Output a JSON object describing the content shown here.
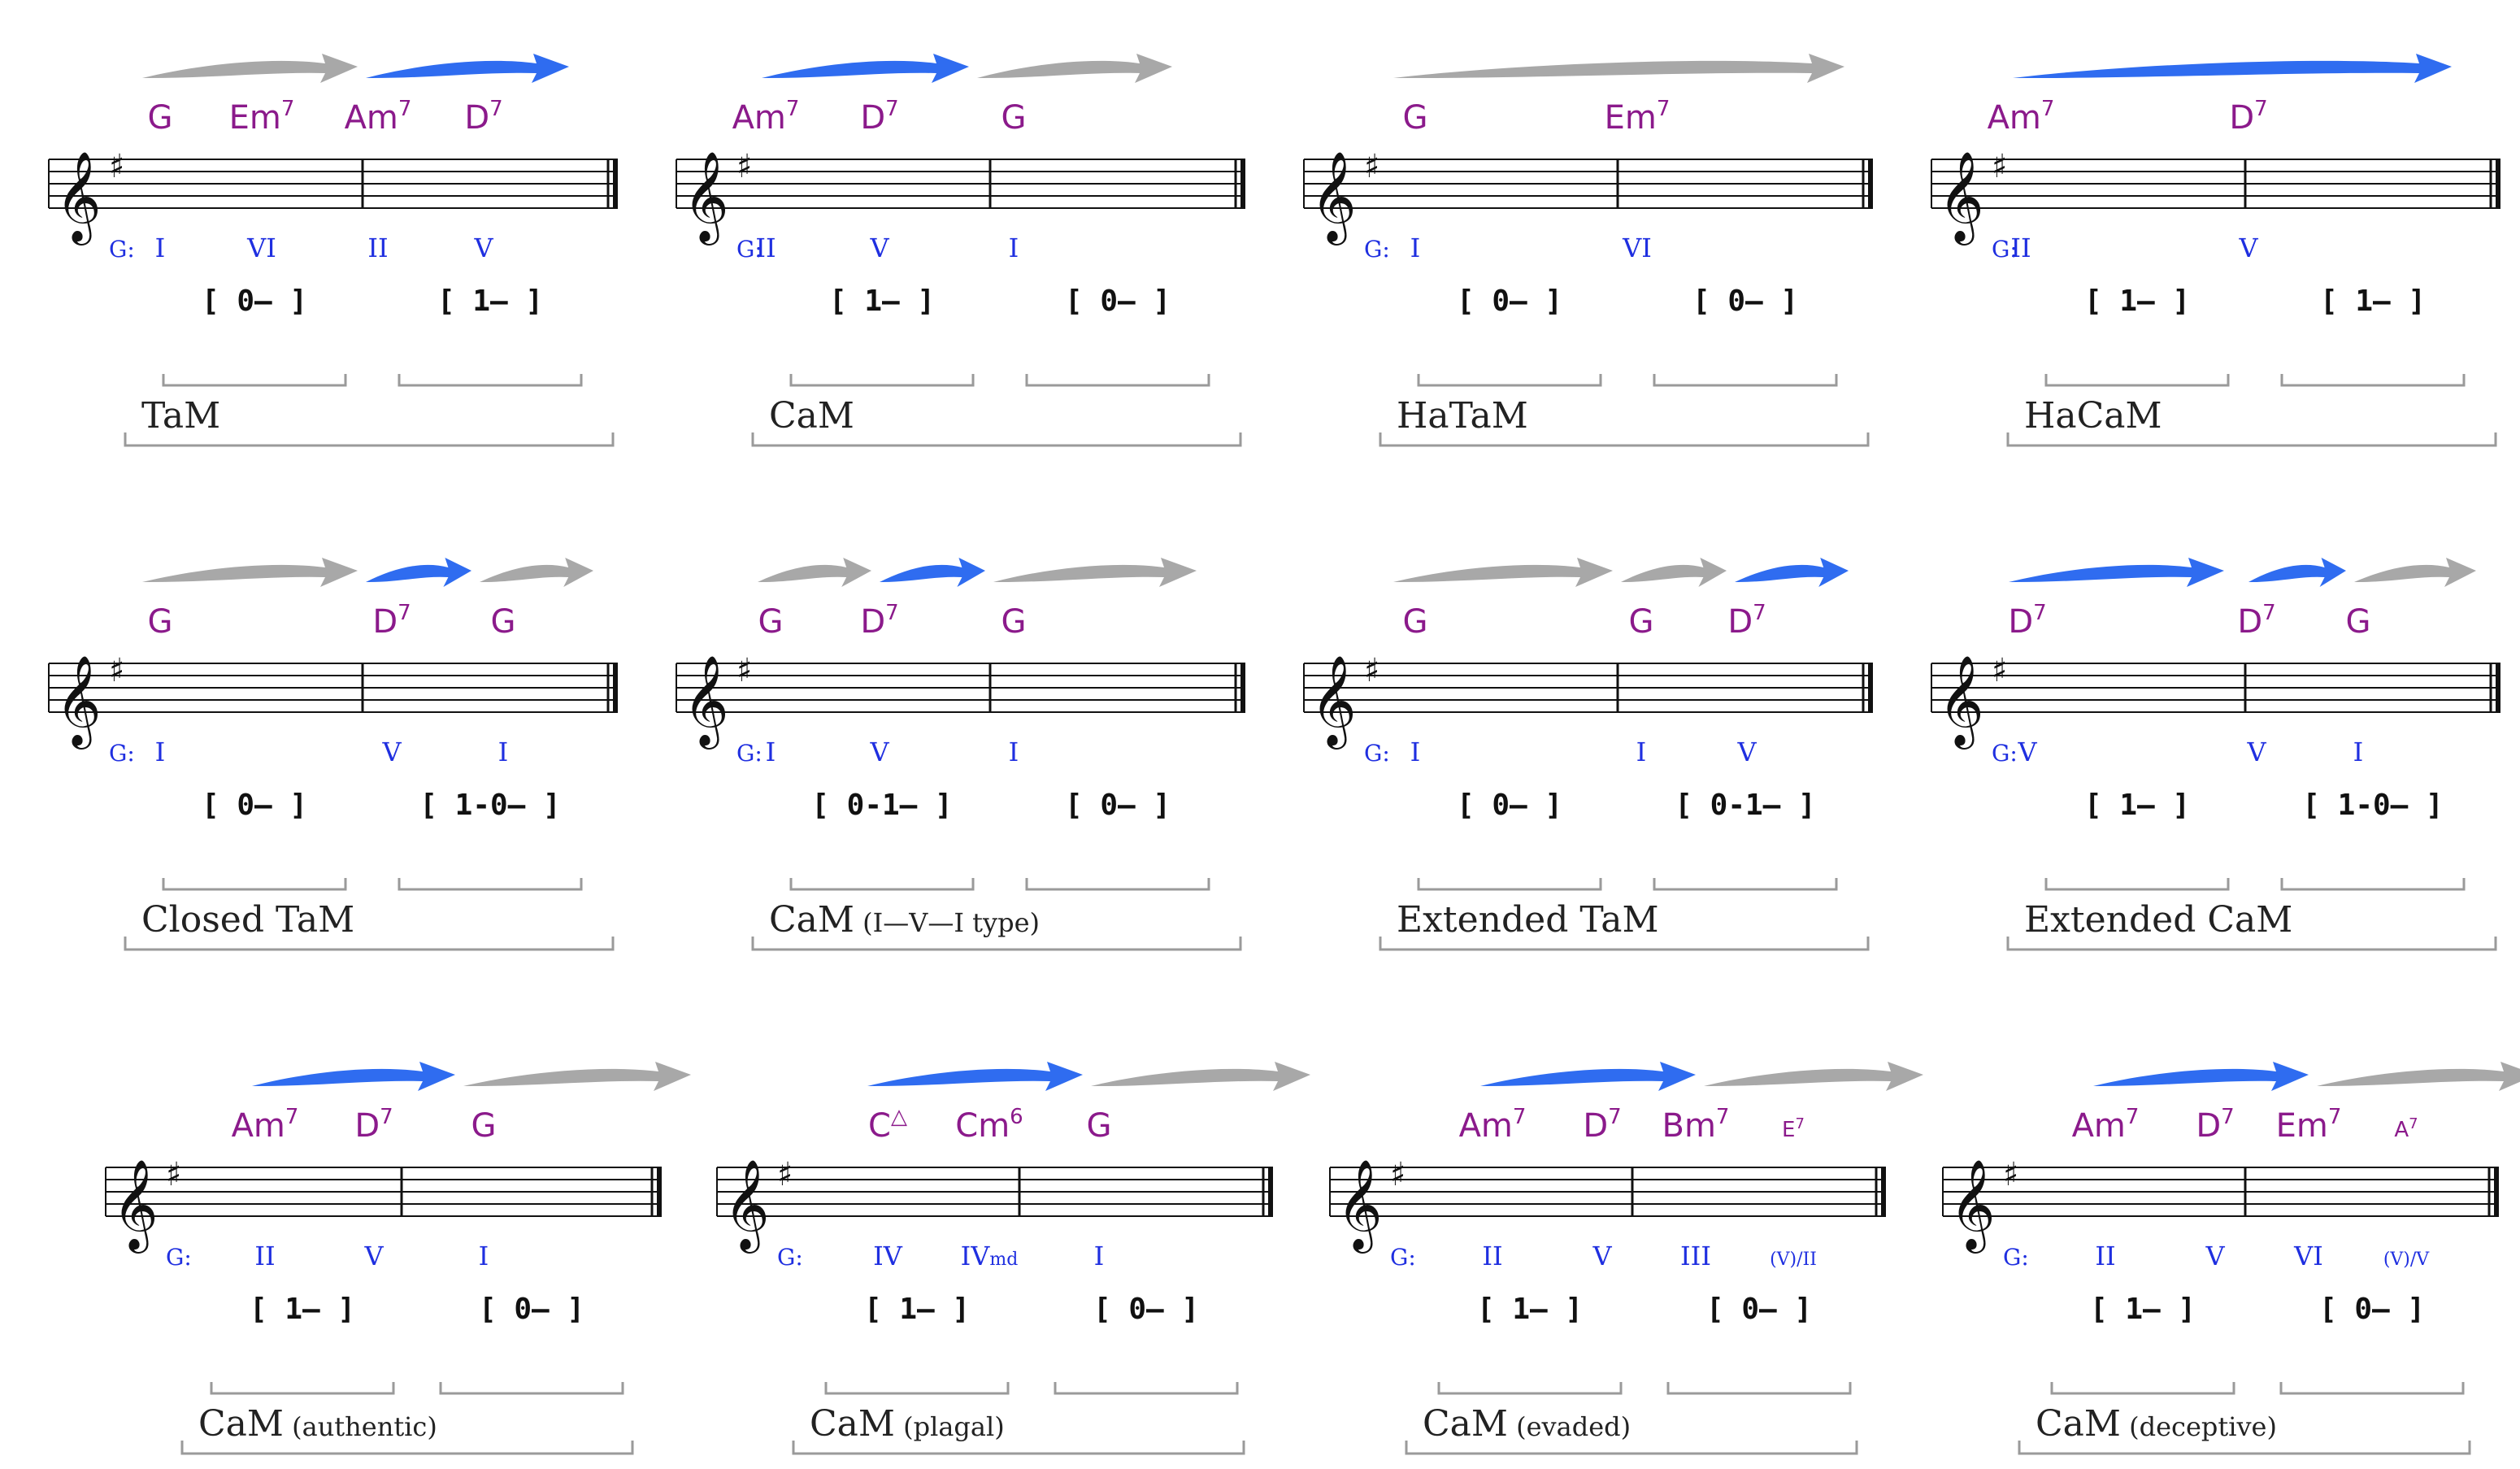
{
  "colors": {
    "staff": "#111111",
    "chord": "#8b1a8b",
    "roman": "#1f2fe0",
    "bracket_text": "#111111",
    "bracket_line": "#9a9a9a",
    "name": "#222222",
    "arrow_tonic": "#a8a8a8",
    "arrow_cadence": "#2f6cf0"
  },
  "icons": {
    "clef": "treble-clef-icon",
    "key_signature": "sharp-icon",
    "arrow": "swoosh-arrow-icon"
  },
  "clef_glyph": "𝄞",
  "sharp_glyph": "♯",
  "key_label": "G:",
  "cells": [
    {
      "id": "tam",
      "name": "TaM",
      "qualifier": "",
      "chords": [
        {
          "root": "G",
          "sup": ""
        },
        {
          "root": "Em",
          "sup": "7"
        },
        {
          "root": "Am",
          "sup": "7"
        },
        {
          "root": "D",
          "sup": "7"
        }
      ],
      "romans": [
        {
          "text": "I",
          "sub": ""
        },
        {
          "text": "VI",
          "sub": ""
        },
        {
          "text": "II",
          "sub": ""
        },
        {
          "text": "V",
          "sub": ""
        }
      ],
      "brackets": [
        "[ 0– ]",
        "[ 1– ]"
      ],
      "arrows": [
        "tonic",
        "cadence"
      ]
    },
    {
      "id": "cam",
      "name": "CaM",
      "qualifier": "",
      "chords": [
        {
          "root": "Am",
          "sup": "7"
        },
        {
          "root": "D",
          "sup": "7"
        },
        {
          "root": "G",
          "sup": ""
        }
      ],
      "romans": [
        {
          "text": "II",
          "sub": ""
        },
        {
          "text": "V",
          "sub": ""
        },
        {
          "text": "I",
          "sub": ""
        }
      ],
      "brackets": [
        "[ 1– ]",
        "[ 0– ]"
      ],
      "arrows": [
        "cadence",
        "tonic"
      ]
    },
    {
      "id": "hatam",
      "name": "HaTaM",
      "qualifier": "",
      "chords": [
        {
          "root": "G",
          "sup": ""
        },
        {
          "root": "Em",
          "sup": "7"
        }
      ],
      "romans": [
        {
          "text": "I",
          "sub": ""
        },
        {
          "text": "VI",
          "sub": ""
        }
      ],
      "brackets": [
        "[ 0– ]",
        "[ 0– ]"
      ],
      "arrows": [
        "tonic"
      ]
    },
    {
      "id": "hacam",
      "name": "HaCaM",
      "qualifier": "",
      "chords": [
        {
          "root": "Am",
          "sup": "7"
        },
        {
          "root": "D",
          "sup": "7"
        }
      ],
      "romans": [
        {
          "text": "II",
          "sub": ""
        },
        {
          "text": "V",
          "sub": ""
        }
      ],
      "brackets": [
        "[ 1– ]",
        "[ 1– ]"
      ],
      "arrows": [
        "cadence"
      ]
    },
    {
      "id": "closed-tam",
      "name": "Closed TaM",
      "qualifier": "",
      "chords": [
        {
          "root": "G",
          "sup": ""
        },
        {
          "root": "D",
          "sup": "7"
        },
        {
          "root": "G",
          "sup": ""
        }
      ],
      "romans": [
        {
          "text": "I",
          "sub": ""
        },
        {
          "text": "V",
          "sub": ""
        },
        {
          "text": "I",
          "sub": ""
        }
      ],
      "brackets": [
        "[ 0– ]",
        "[ 1-0– ]"
      ],
      "arrows": [
        "tonic",
        "cadence",
        "tonic"
      ]
    },
    {
      "id": "cam-ivi",
      "name": "CaM",
      "qualifier": "(I—V—I type)",
      "chords": [
        {
          "root": "G",
          "sup": ""
        },
        {
          "root": "D",
          "sup": "7"
        },
        {
          "root": "G",
          "sup": ""
        }
      ],
      "romans": [
        {
          "text": "I",
          "sub": ""
        },
        {
          "text": "V",
          "sub": ""
        },
        {
          "text": "I",
          "sub": ""
        }
      ],
      "brackets": [
        "[ 0-1– ]",
        "[ 0– ]"
      ],
      "arrows": [
        "tonic",
        "cadence",
        "tonic"
      ]
    },
    {
      "id": "extended-tam",
      "name": "Extended TaM",
      "qualifier": "",
      "chords": [
        {
          "root": "G",
          "sup": ""
        },
        {
          "root": "G",
          "sup": ""
        },
        {
          "root": "D",
          "sup": "7"
        }
      ],
      "romans": [
        {
          "text": "I",
          "sub": ""
        },
        {
          "text": "I",
          "sub": ""
        },
        {
          "text": "V",
          "sub": ""
        }
      ],
      "brackets": [
        "[ 0– ]",
        "[ 0-1– ]"
      ],
      "arrows": [
        "tonic",
        "tonic",
        "cadence"
      ]
    },
    {
      "id": "extended-cam",
      "name": "Extended CaM",
      "qualifier": "",
      "chords": [
        {
          "root": "D",
          "sup": "7"
        },
        {
          "root": "D",
          "sup": "7"
        },
        {
          "root": "G",
          "sup": ""
        }
      ],
      "romans": [
        {
          "text": "V",
          "sub": ""
        },
        {
          "text": "V",
          "sub": ""
        },
        {
          "text": "I",
          "sub": ""
        }
      ],
      "brackets": [
        "[ 1– ]",
        "[ 1-0– ]"
      ],
      "arrows": [
        "cadence",
        "cadence",
        "tonic"
      ]
    },
    {
      "id": "cam-authentic",
      "name": "CaM",
      "qualifier": "(authentic)",
      "chords": [
        {
          "root": "Am",
          "sup": "7"
        },
        {
          "root": "D",
          "sup": "7"
        },
        {
          "root": "G",
          "sup": ""
        }
      ],
      "romans": [
        {
          "text": "II",
          "sub": ""
        },
        {
          "text": "V",
          "sub": ""
        },
        {
          "text": "I",
          "sub": ""
        }
      ],
      "brackets": [
        "[ 1– ]",
        "[ 0– ]"
      ],
      "arrows": [
        "cadence",
        "tonic"
      ]
    },
    {
      "id": "cam-plagal",
      "name": "CaM",
      "qualifier": "(plagal)",
      "chords": [
        {
          "root": "C",
          "sup": "△"
        },
        {
          "root": "Cm",
          "sup": "6"
        },
        {
          "root": "G",
          "sup": ""
        }
      ],
      "romans": [
        {
          "text": "IV",
          "sub": ""
        },
        {
          "text": "IV",
          "sub": "md"
        },
        {
          "text": "I",
          "sub": ""
        }
      ],
      "brackets": [
        "[ 1– ]",
        "[ 0– ]"
      ],
      "arrows": [
        "cadence",
        "tonic"
      ]
    },
    {
      "id": "cam-evaded",
      "name": "CaM",
      "qualifier": "(evaded)",
      "chords": [
        {
          "root": "Am",
          "sup": "7"
        },
        {
          "root": "D",
          "sup": "7"
        },
        {
          "root": "Bm",
          "sup": "7"
        },
        {
          "root": "E",
          "sup": "7",
          "small": true
        }
      ],
      "romans": [
        {
          "text": "II",
          "sub": ""
        },
        {
          "text": "V",
          "sub": ""
        },
        {
          "text": "III",
          "sub": ""
        },
        {
          "text": "(V)/II",
          "sub": "",
          "small": true
        }
      ],
      "brackets": [
        "[ 1– ]",
        "[ 0– ]"
      ],
      "arrows": [
        "cadence",
        "tonic"
      ]
    },
    {
      "id": "cam-deceptive",
      "name": "CaM",
      "qualifier": "(deceptive)",
      "chords": [
        {
          "root": "Am",
          "sup": "7"
        },
        {
          "root": "D",
          "sup": "7"
        },
        {
          "root": "Em",
          "sup": "7"
        },
        {
          "root": "A",
          "sup": "7",
          "small": true
        }
      ],
      "romans": [
        {
          "text": "II",
          "sub": ""
        },
        {
          "text": "V",
          "sub": ""
        },
        {
          "text": "VI",
          "sub": ""
        },
        {
          "text": "(V)/V",
          "sub": "",
          "small": true
        }
      ],
      "brackets": [
        "[ 1– ]",
        "[ 0– ]"
      ],
      "arrows": [
        "cadence",
        "tonic"
      ]
    }
  ]
}
